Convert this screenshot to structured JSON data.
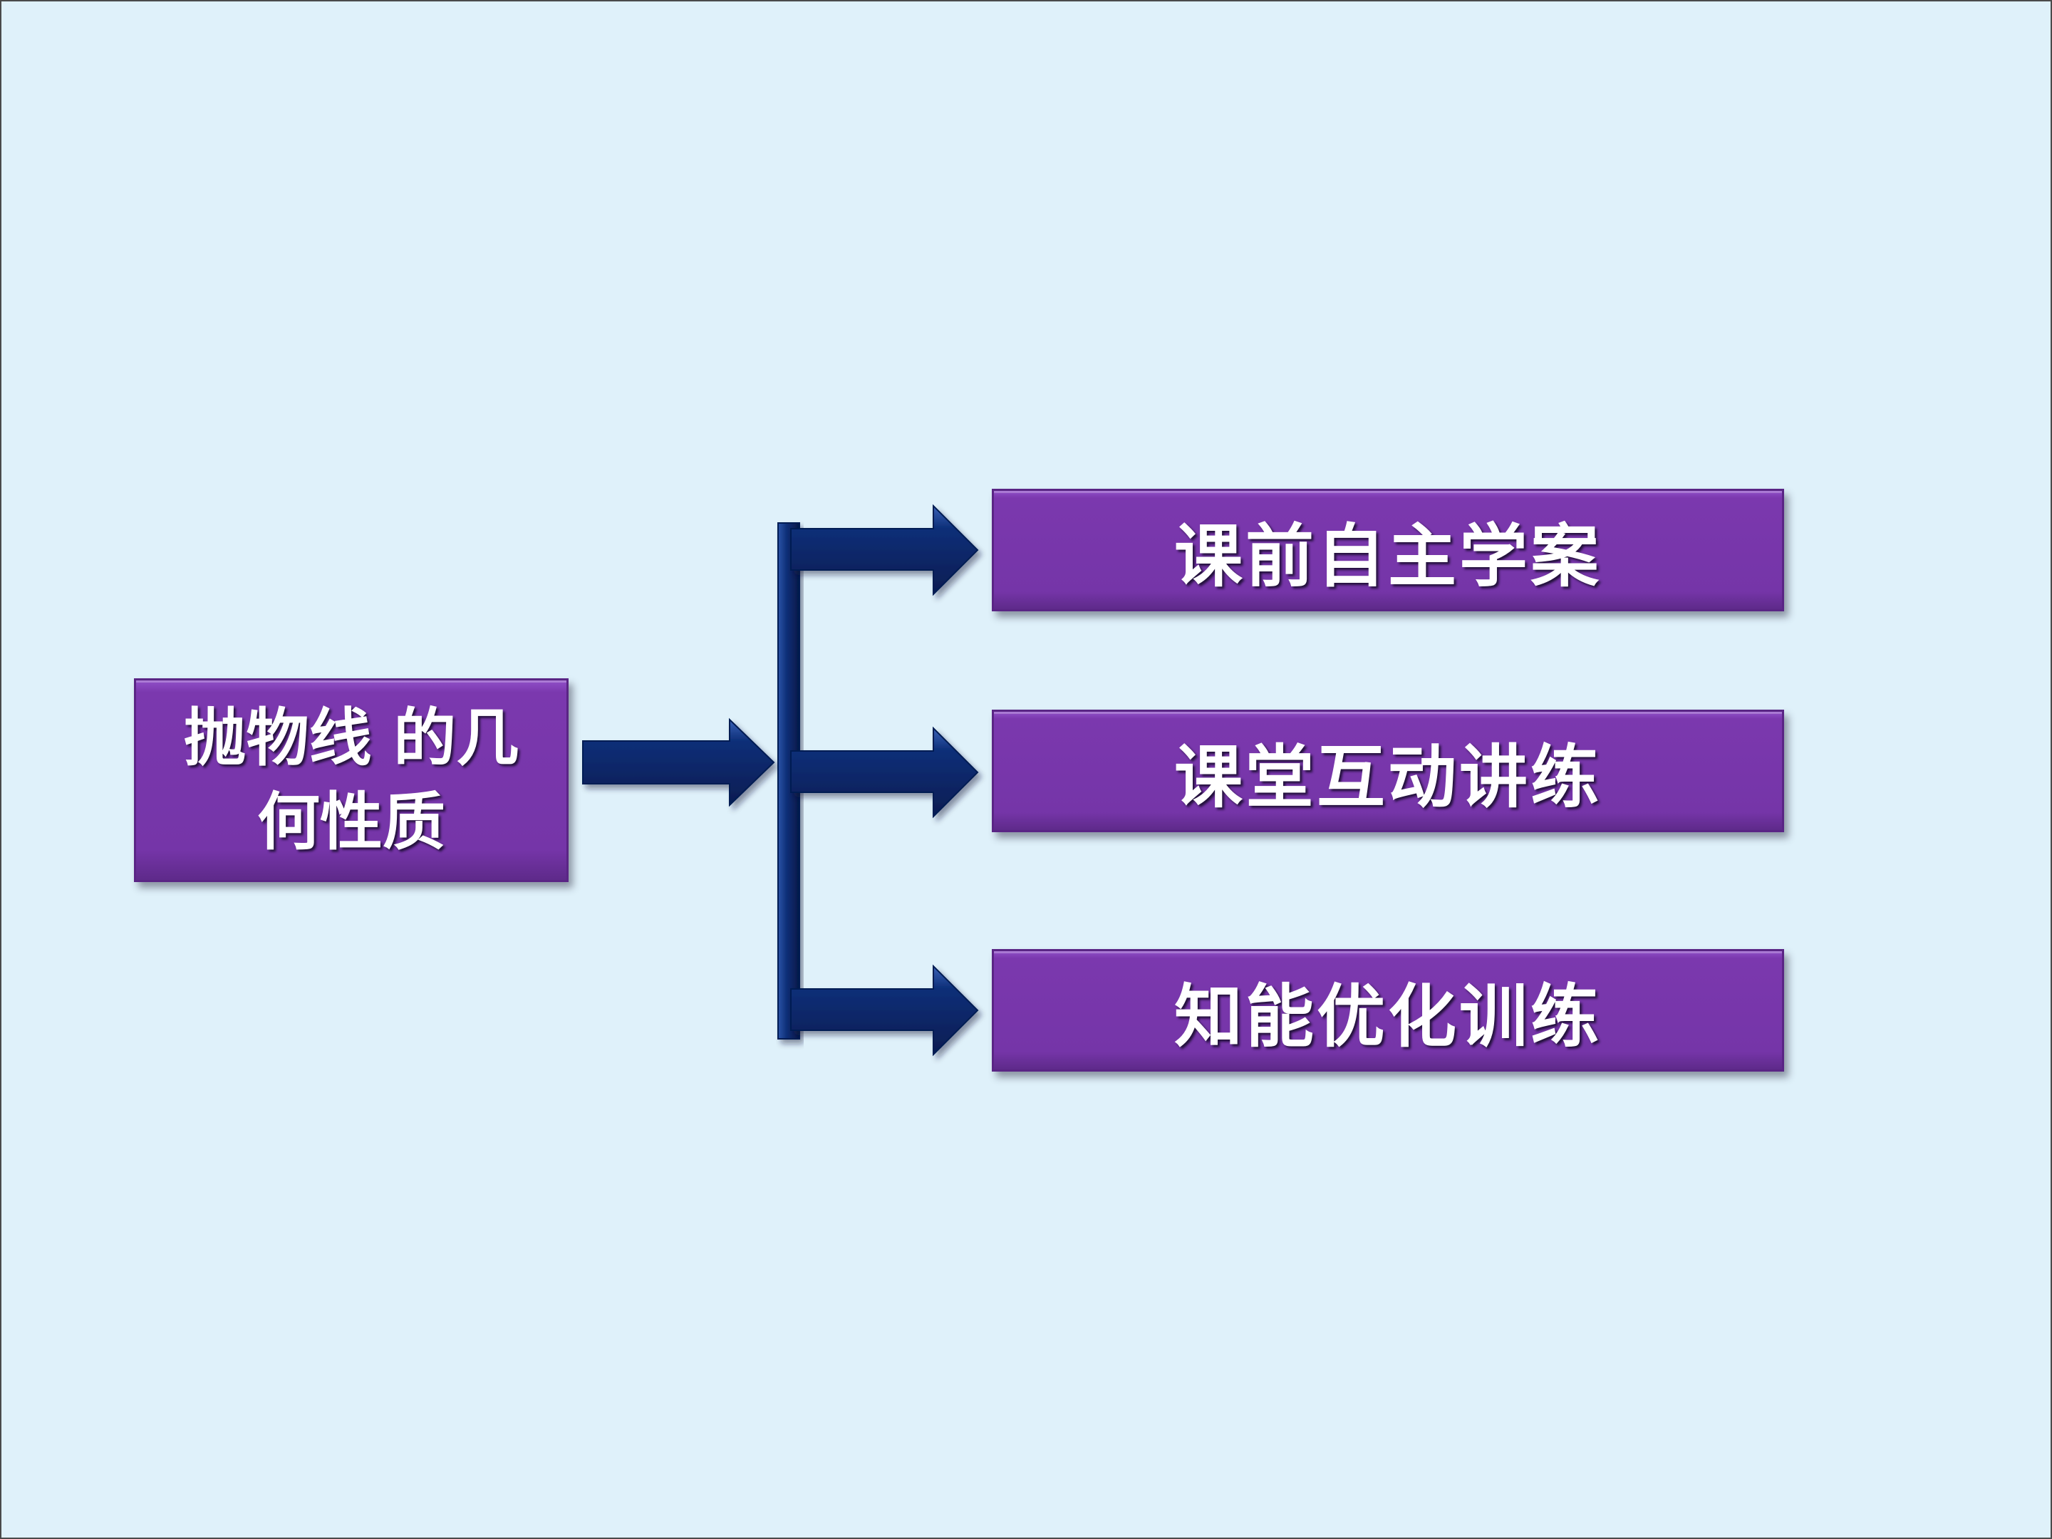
{
  "diagram": {
    "root": {
      "label": "抛物线 的几何性质"
    },
    "branches": [
      {
        "label": "课前自主学案"
      },
      {
        "label": "课堂互动讲练"
      },
      {
        "label": "知能优化训练"
      }
    ]
  },
  "colors": {
    "background": "#dff1fa",
    "box_fill": "#7535a8",
    "arrow_fill": "#0a2a6e",
    "text": "#ffffff"
  }
}
